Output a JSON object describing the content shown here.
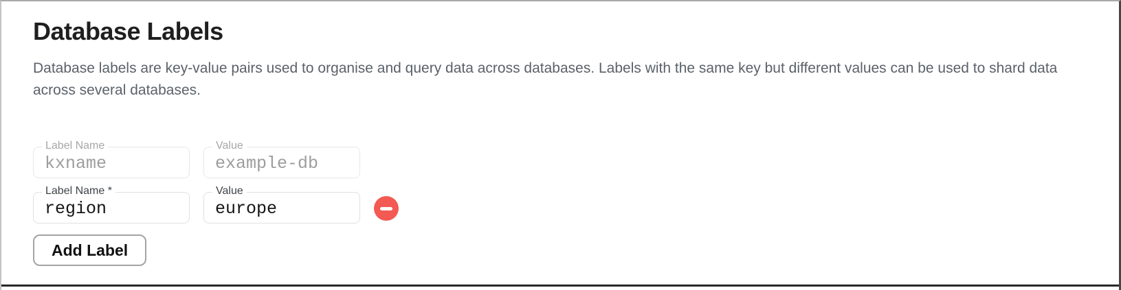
{
  "page": {
    "title": "Database Labels",
    "description": "Database labels are key-value pairs used to organise and query data across databases. Labels with the same key but different values can be used to shard data across several databases."
  },
  "form": {
    "rows": [
      {
        "name_label": "Label Name",
        "name_value": "kxname",
        "value_label": "Value",
        "value_value": "example-db",
        "state": "disabled"
      },
      {
        "name_label": "Label Name *",
        "name_value": "region",
        "value_label": "Value",
        "value_value": "europe",
        "state": "editable"
      }
    ],
    "add_button_label": "Add Label"
  },
  "colors": {
    "remove_button_red": "#f25a53",
    "title_text": "#1f1f1f",
    "description_text": "#5a6169",
    "disabled_text": "#9d9d9d",
    "input_border": "#e0e0e0"
  }
}
